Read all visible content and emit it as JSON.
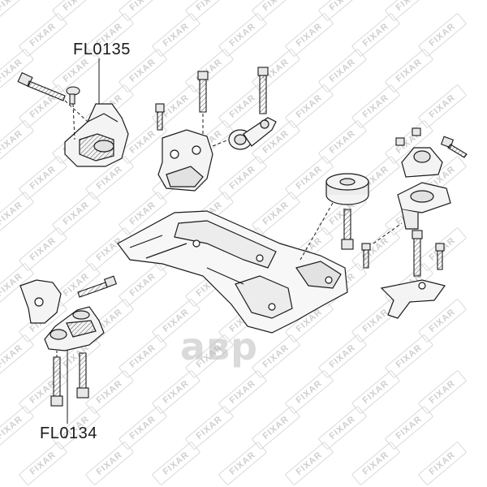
{
  "labels": {
    "part_top": "FL0135",
    "part_bottom": "FL0134"
  },
  "watermark": {
    "text": "FIXAR",
    "brand_text": "авр"
  },
  "colors": {
    "line": "#1a1a1a",
    "fill_light": "#f4f4f4",
    "fill_mid": "#e2e2e2",
    "watermark": "#cfcfcf"
  }
}
